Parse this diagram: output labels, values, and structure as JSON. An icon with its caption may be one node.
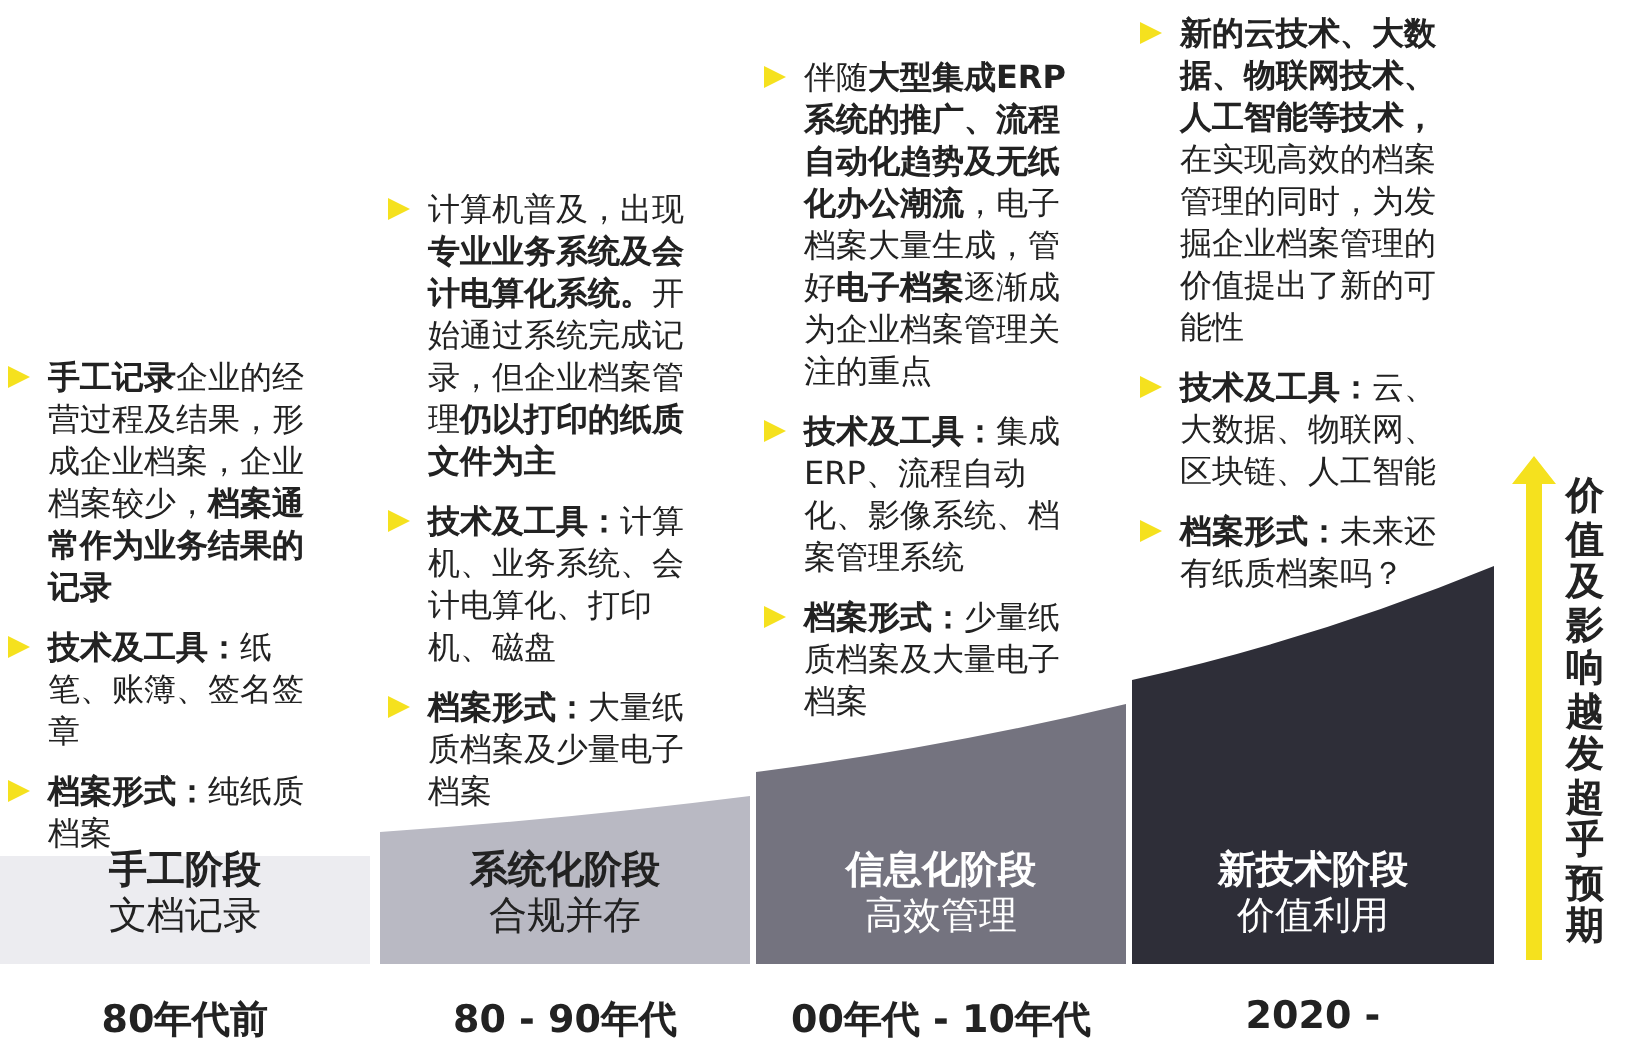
{
  "diagram": {
    "nodes": [
      {
        "text": [
          "手工阶段",
          "文档记录"
        ],
        "beside": [
          "**手工记录**企业的经营过程及结果，形成企业档案，企业档案较少，**档案通常作为业务结果的记录**",
          "**技术及工具：**纸笔、账簿、签名签章",
          "**档案形式：**纯纸质档案"
        ]
      },
      {
        "text": [
          "系统化阶段",
          "合规并存"
        ],
        "beside": [
          "计算机普及，出现**专业业务系统及会计电算化系统。**开始通过系统完成记录，但企业档案管理**仍以打印的纸质文件为主**",
          "**技术及工具：**计算机、业务系统、会计电算化、打印机、磁盘",
          "**档案形式：**大量纸质档案及少量电子档案"
        ]
      },
      {
        "text": [
          "信息化阶段",
          "高效管理"
        ],
        "beside": [
          "伴随**大型集成ERP系统的推广、流程自动化趋势及无纸化办公潮流**，电子档案大量生成，管好**电子档案**逐渐成为企业档案管理关注的重点",
          "**技术及工具：**集成ERP、流程自动化、影像系统、档案管理系统",
          "**档案形式：**少量纸质档案及大量电子档案"
        ]
      },
      {
        "text": [
          "新技术阶段",
          "价值利用"
        ],
        "beside": [
          "**新的云技术、大数据、物联网技术、人工智能等技术，**在实现高效的档案管理的同时，为发掘企业档案管理的价值提出了新的可能性",
          "**技术及工具：**云、大数据、物联网、区块链、人工智能",
          "**档案形式：**未来还有纸质档案吗？"
        ]
      }
    ],
    "labels": [
      "80年代前",
      "80 - 90年代",
      "00年代 - 10年代",
      "2020 -",
      "价值及影响越发超乎预期"
    ]
  }
}
